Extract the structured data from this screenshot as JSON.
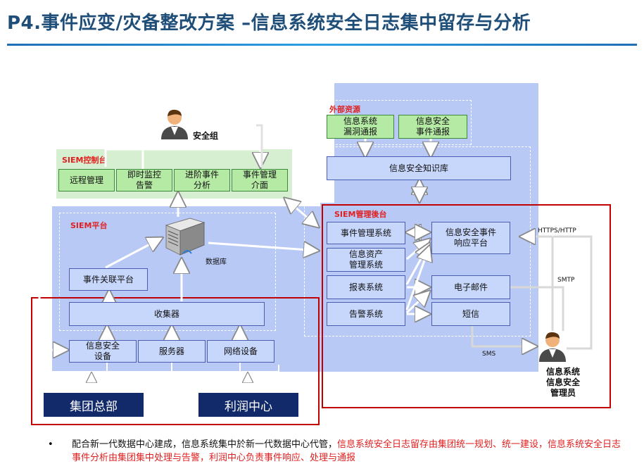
{
  "title": "P4.事件应变/灾备整改方案 –信息系统安全日志集中留存与分析",
  "regions": {
    "external": "外部资源",
    "siem_console": "SIEM控制台",
    "siem_platform": "SIEM平台",
    "siem_backend": "SIEM管理後台"
  },
  "people": {
    "security_group": "安全组",
    "admin": [
      "信息系统",
      "信息安全",
      "管理员"
    ]
  },
  "console_items": [
    "远程管理",
    "即时监控\n告警",
    "进阶事件\n分析",
    "事件管理\n介面"
  ],
  "platform": {
    "database": "数据库",
    "correlation": "事件关联平台",
    "collector": "收集器",
    "sources": [
      "信息安全\n设备",
      "服务器",
      "网络设备"
    ]
  },
  "external_items": [
    "信息系统\n漏洞通报",
    "信息安全\n事件通报"
  ],
  "knowledge_base": "信息安全知识库",
  "backend": {
    "left": [
      "事件管理系统",
      "信息资产\n管理系统",
      "报表系统",
      "告警系统"
    ],
    "right": [
      "信息安全事件\n响应平台",
      "电子邮件",
      "短信"
    ]
  },
  "protocols": {
    "https": "HTTPS/HTTP",
    "smtp": "SMTP",
    "sms": "SMS"
  },
  "org": {
    "hq": "集团总部",
    "profit_center": "利润中心"
  },
  "bullet": {
    "marker": "•",
    "plain": "配合新一代数据中心建成，信息系统集中於新一代数据中心代管，",
    "highlight": "信息系统安全日志留存由集团统一规划、统一建设，信息系统安全日志事件分析由集团集中处理与告警，利润中心负责事件响应、处理与通报"
  },
  "colors": {
    "title": "#1f4e79",
    "accent_red": "#c00000",
    "navy": "#132a6a",
    "region_blue": "#b8c9f5",
    "region_green": "#d6efd0"
  }
}
